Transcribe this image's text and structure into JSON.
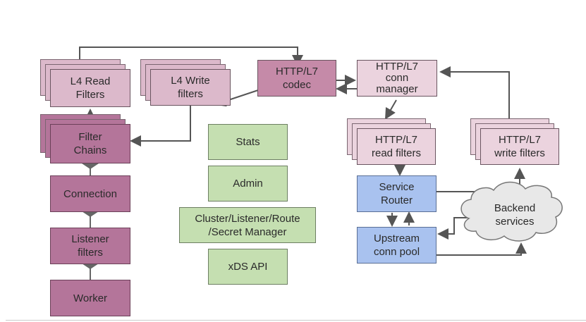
{
  "diagram": {
    "title": "Envoy architecture",
    "nodes": {
      "l4_read_filters": "L4 Read\nFilters",
      "l4_write_filters": "L4 Write\nfilters",
      "http_codec": "HTTP/L7\ncodec",
      "http_conn_manager": "HTTP/L7\nconn\nmanager",
      "filter_chains": "Filter\nChains",
      "connection": "Connection",
      "listener_filters": "Listener\nfilters",
      "worker": "Worker",
      "stats": "Stats",
      "admin": "Admin",
      "cluster_manager": "Cluster/Listener/Route\n/Secret Manager",
      "xds_api": "xDS API",
      "http_read_filters": "HTTP/L7\nread filters",
      "http_write_filters": "HTTP/L7\nwrite filters",
      "service_router": "Service\nRouter",
      "upstream_conn_pool": "Upstream\nconn pool",
      "backend_services": "Backend\nservices"
    },
    "colors": {
      "l4_filters": "#dcb9cb",
      "codec": "#c58aa8",
      "core": "#b4759a",
      "http_filters": "#ebd3de",
      "management": "#c5dfb1",
      "routing": "#a9c2ef",
      "cloud": "#e8e8e8"
    }
  }
}
